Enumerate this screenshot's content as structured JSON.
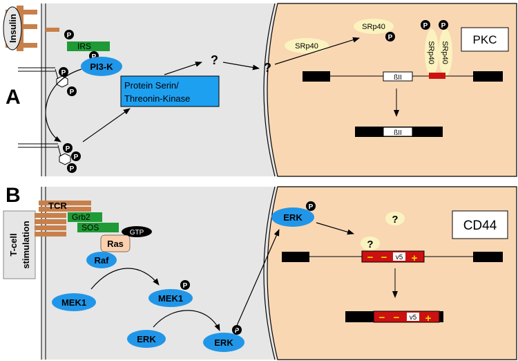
{
  "panel_a": {
    "letter": "A",
    "insulin": "Insulin",
    "irs": "IRS",
    "phospho": "P",
    "pi3k": "PI3-K",
    "kinase_line1": "Protein Serin/",
    "kinase_line2": "Threonin-Kinase",
    "question": "?",
    "srp40": "SRp40",
    "pkc": "PKC",
    "beta_ii": "ßII"
  },
  "panel_b": {
    "letter": "B",
    "tcell_line1": "T-cell",
    "tcell_line2": "stimulation",
    "tcr": "TCR",
    "grb2": "Grb2",
    "sos": "SOS",
    "gtp": "GTP",
    "ras": "Ras",
    "raf": "Raf",
    "mek1": "MEK1",
    "erk": "ERK",
    "phospho": "P",
    "question": "?",
    "cd44": "CD44",
    "minus": "−",
    "plus": "+",
    "v5": "v5"
  },
  "colors": {
    "membrane_brown": "#c8804a",
    "irs_green": "#1f9a36",
    "protein_blue": "#2196e8",
    "kinase_blue": "#1ea0f0",
    "nucleus": "#f9d7b3",
    "cytoplasm": "#e6e6e6",
    "srp40_yellow": "#fbf3bf",
    "exon_red": "#cc1111",
    "plus_minus_yellow": "#ffd800",
    "ras_peach": "#fbd0ae"
  }
}
